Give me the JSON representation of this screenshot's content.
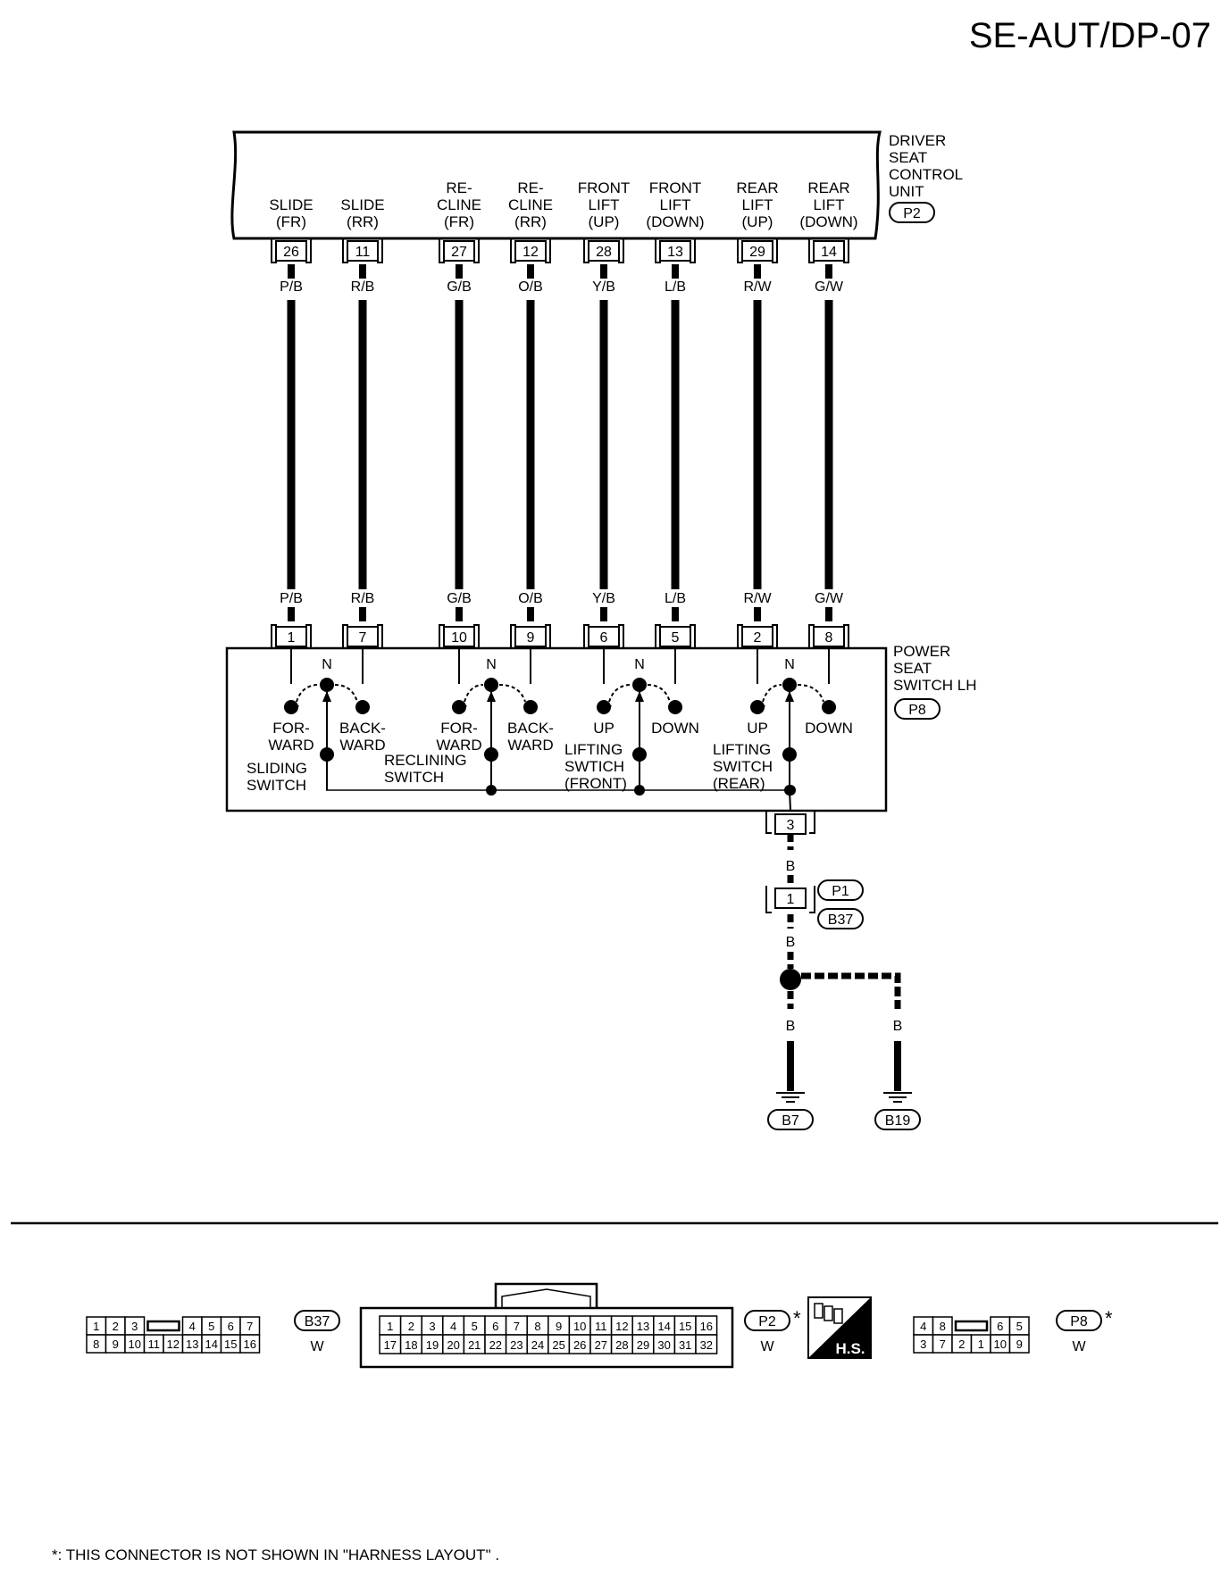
{
  "page_code": "SE-AUT/DP-07",
  "control_unit": {
    "name_lines": [
      "DRIVER",
      "SEAT",
      "CONTROL",
      "UNIT"
    ],
    "connector_id": "P2",
    "terminals": [
      {
        "pin": "26",
        "label": [
          "SLIDE",
          "(FR)"
        ],
        "wire": "P/B"
      },
      {
        "pin": "11",
        "label": [
          "SLIDE",
          "(RR)"
        ],
        "wire": "R/B"
      },
      {
        "pin": "27",
        "label": [
          "RE-",
          "CLINE",
          "(FR)"
        ],
        "wire": "G/B"
      },
      {
        "pin": "12",
        "label": [
          "RE-",
          "CLINE",
          "(RR)"
        ],
        "wire": "O/B"
      },
      {
        "pin": "28",
        "label": [
          "FRONT",
          "LIFT",
          "(UP)"
        ],
        "wire": "Y/B"
      },
      {
        "pin": "13",
        "label": [
          "FRONT",
          "LIFT",
          "(DOWN)"
        ],
        "wire": "L/B"
      },
      {
        "pin": "29",
        "label": [
          "REAR",
          "LIFT",
          "(UP)"
        ],
        "wire": "R/W"
      },
      {
        "pin": "14",
        "label": [
          "REAR",
          "LIFT",
          "(DOWN)"
        ],
        "wire": "G/W"
      }
    ]
  },
  "seat_switch": {
    "name_lines": [
      "POWER",
      "SEAT",
      "SWITCH LH"
    ],
    "connector_id": "P8",
    "pins": [
      "1",
      "7",
      "10",
      "9",
      "6",
      "5",
      "2",
      "8"
    ],
    "ground_pin": "3",
    "neutral_label": "N",
    "switches": [
      {
        "left": [
          "FOR-",
          "WARD"
        ],
        "right": [
          "BACK-",
          "WARD"
        ],
        "name": [
          "SLIDING",
          "SWITCH"
        ]
      },
      {
        "left": [
          "FOR-",
          "WARD"
        ],
        "right": [
          "BACK-",
          "WARD"
        ],
        "name": [
          "RECLINING",
          "SWITCH"
        ]
      },
      {
        "left": [
          "UP"
        ],
        "right": [
          "DOWN"
        ],
        "name": [
          "LIFTING",
          "SWTICH",
          "(FRONT)"
        ]
      },
      {
        "left": [
          "UP"
        ],
        "right": [
          "DOWN"
        ],
        "name": [
          "LIFTING",
          "SWITCH",
          "(REAR)"
        ]
      }
    ]
  },
  "ground_path": {
    "wire": "B",
    "joint_pin": "1",
    "joint_connectors": [
      "P1",
      "B37"
    ],
    "grounds": [
      "B7",
      "B19"
    ]
  },
  "connector_views": {
    "b37": {
      "id": "B37",
      "color": "W",
      "top": [
        "1",
        "2",
        "3",
        "",
        "4",
        "5",
        "6",
        "7"
      ],
      "bottom": [
        "8",
        "9",
        "10",
        "11",
        "12",
        "13",
        "14",
        "15",
        "16"
      ]
    },
    "p2": {
      "id": "P2",
      "color": "W",
      "star": "*",
      "top": [
        "1",
        "2",
        "3",
        "4",
        "5",
        "6",
        "7",
        "8",
        "9",
        "10",
        "11",
        "12",
        "13",
        "14",
        "15",
        "16"
      ],
      "bottom": [
        "17",
        "18",
        "19",
        "20",
        "21",
        "22",
        "23",
        "24",
        "25",
        "26",
        "27",
        "28",
        "29",
        "30",
        "31",
        "32"
      ]
    },
    "hs_label": "H.S.",
    "p8": {
      "id": "P8",
      "color": "W",
      "star": "*",
      "top": [
        "4",
        "8",
        "",
        "6",
        "5"
      ],
      "bottom": [
        "3",
        "7",
        "2",
        "1",
        "10",
        "9"
      ]
    }
  },
  "footnote": "*: THIS CONNECTOR IS NOT SHOWN IN \"HARNESS LAYOUT\" ."
}
